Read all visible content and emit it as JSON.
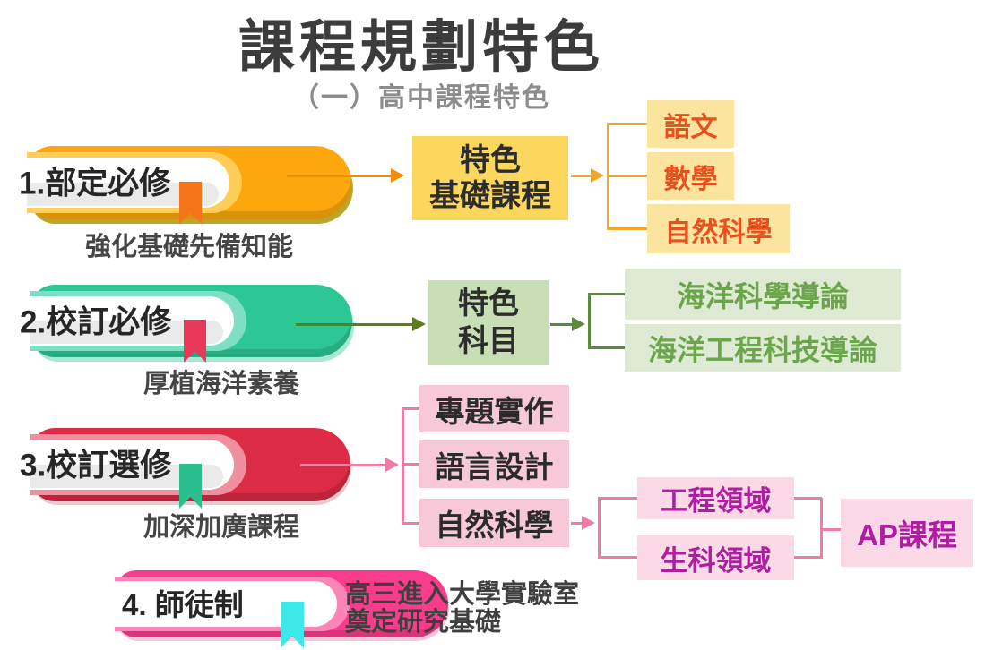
{
  "title": "課程規劃特色",
  "subtitle": "（一）高中課程特色",
  "rows": [
    {
      "book_label": "1.部定必修",
      "caption": "強化基礎先備知能",
      "mid_box": {
        "line1": "特色",
        "line2": "基礎課程"
      },
      "leaves": [
        "語文",
        "數學",
        "自然科學"
      ]
    },
    {
      "book_label": "2.校訂必修",
      "caption": "厚植海洋素養",
      "mid_box": {
        "line1": "特色",
        "line2": "科目"
      },
      "leaves": [
        "海洋科學導論",
        "海洋工程科技導論"
      ]
    },
    {
      "book_label": "3.校訂選修",
      "caption": "加深加廣課程",
      "leaves": [
        "專題實作",
        "語言設計",
        "自然科學"
      ],
      "sub_leaves": [
        "工程領域",
        "生科領域"
      ],
      "ap_label": "AP課程"
    },
    {
      "book_label": "4. 師徒制",
      "caption_line1": "高三進入大學實驗室",
      "caption_line2": "奠定研究基礎"
    }
  ],
  "colors": {
    "title_text": "#3C3C3C",
    "subtitle_text": "#8C8C8C",
    "book1": "#FBA70D",
    "bookmark1": "#F4731B",
    "orange_arrow": "#EE8E0B",
    "orange_connector": "#EFA829",
    "yellow_mid_box": "#FBD75E",
    "yellow_leaf_box": "#FAE49E",
    "orange_leaf_text": "#E8501E",
    "book2": "#2DC795",
    "bookmark2": "#E8395A",
    "olive_arrow": "#5E7D1F",
    "green_connector": "#5A8A3C",
    "green_mid_box": "#C8DFB6",
    "green_leaf_box": "#DEEAD3",
    "green_leaf_text": "#6CA64C",
    "book3": "#DC2B45",
    "bookmark3": "#2BBE8F",
    "pink_connector": "#F07CA0",
    "pink_leaf_box": "#F7C8D8",
    "lightpink_box": "#FBD9E6",
    "purple_text": "#AE1FA0",
    "book4": "#FA3C8C",
    "bookmark4": "#3CE8E8",
    "dark_text": "#2B2B2B",
    "caption_text": "#454545"
  }
}
